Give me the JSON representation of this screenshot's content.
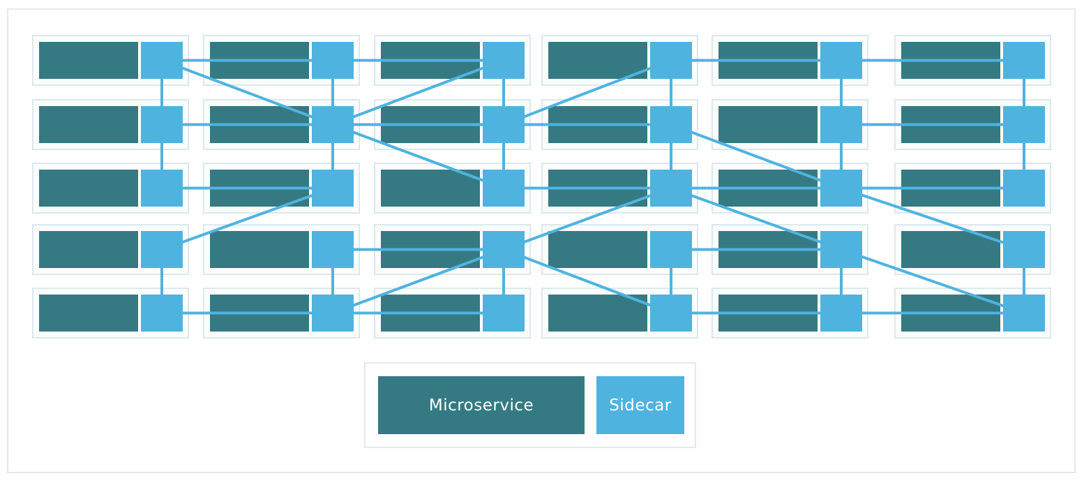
{
  "colors": {
    "microservice": "#357a83",
    "sidecar": "#4fb3e0",
    "link": "#4fb3e0",
    "pod_border": "#dce8ea",
    "pod_fill": "#fbfdfd",
    "frame_border": "#e4e9ea"
  },
  "legend": {
    "microservice_label": "Microservice",
    "sidecar_label": "Sidecar"
  },
  "mesh": {
    "columns": 6,
    "rows": 5,
    "sidecar_side": [
      "right",
      "right",
      "right",
      "right",
      "right",
      "left"
    ],
    "links": [
      [
        [
          0,
          0
        ],
        [
          1,
          0
        ]
      ],
      [
        [
          1,
          0
        ],
        [
          2,
          0
        ]
      ],
      [
        [
          3,
          0
        ],
        [
          4,
          0
        ]
      ],
      [
        [
          4,
          0
        ],
        [
          5,
          0
        ]
      ],
      [
        [
          0,
          1
        ],
        [
          1,
          1
        ]
      ],
      [
        [
          1,
          1
        ],
        [
          2,
          1
        ]
      ],
      [
        [
          2,
          1
        ],
        [
          3,
          1
        ]
      ],
      [
        [
          4,
          1
        ],
        [
          5,
          1
        ]
      ],
      [
        [
          0,
          2
        ],
        [
          1,
          2
        ]
      ],
      [
        [
          2,
          2
        ],
        [
          3,
          2
        ]
      ],
      [
        [
          3,
          2
        ],
        [
          4,
          2
        ]
      ],
      [
        [
          4,
          2
        ],
        [
          5,
          2
        ]
      ],
      [
        [
          1,
          3
        ],
        [
          2,
          3
        ]
      ],
      [
        [
          3,
          3
        ],
        [
          4,
          3
        ]
      ],
      [
        [
          0,
          4
        ],
        [
          1,
          4
        ]
      ],
      [
        [
          1,
          4
        ],
        [
          2,
          4
        ]
      ],
      [
        [
          3,
          4
        ],
        [
          4,
          4
        ]
      ],
      [
        [
          4,
          4
        ],
        [
          5,
          4
        ]
      ],
      [
        [
          0,
          0
        ],
        [
          0,
          1
        ]
      ],
      [
        [
          0,
          1
        ],
        [
          0,
          2
        ]
      ],
      [
        [
          0,
          3
        ],
        [
          0,
          4
        ]
      ],
      [
        [
          1,
          0
        ],
        [
          1,
          1
        ]
      ],
      [
        [
          1,
          1
        ],
        [
          1,
          2
        ]
      ],
      [
        [
          1,
          3
        ],
        [
          1,
          4
        ]
      ],
      [
        [
          2,
          0
        ],
        [
          2,
          1
        ]
      ],
      [
        [
          2,
          1
        ],
        [
          2,
          2
        ]
      ],
      [
        [
          2,
          3
        ],
        [
          2,
          4
        ]
      ],
      [
        [
          3,
          0
        ],
        [
          3,
          1
        ]
      ],
      [
        [
          3,
          1
        ],
        [
          3,
          2
        ]
      ],
      [
        [
          3,
          3
        ],
        [
          3,
          4
        ]
      ],
      [
        [
          4,
          0
        ],
        [
          4,
          1
        ]
      ],
      [
        [
          4,
          1
        ],
        [
          4,
          2
        ]
      ],
      [
        [
          4,
          3
        ],
        [
          4,
          4
        ]
      ],
      [
        [
          5,
          0
        ],
        [
          5,
          1
        ]
      ],
      [
        [
          5,
          1
        ],
        [
          5,
          2
        ]
      ],
      [
        [
          5,
          3
        ],
        [
          5,
          4
        ]
      ],
      [
        [
          0,
          0
        ],
        [
          1,
          1
        ]
      ],
      [
        [
          1,
          1
        ],
        [
          2,
          0
        ]
      ],
      [
        [
          1,
          1
        ],
        [
          2,
          2
        ]
      ],
      [
        [
          2,
          1
        ],
        [
          3,
          0
        ]
      ],
      [
        [
          3,
          1
        ],
        [
          4,
          2
        ]
      ],
      [
        [
          4,
          2
        ],
        [
          5,
          3
        ]
      ],
      [
        [
          3,
          2
        ],
        [
          2,
          3
        ]
      ],
      [
        [
          3,
          2
        ],
        [
          4,
          3
        ]
      ],
      [
        [
          2,
          3
        ],
        [
          3,
          4
        ]
      ],
      [
        [
          2,
          3
        ],
        [
          1,
          4
        ]
      ],
      [
        [
          1,
          2
        ],
        [
          0,
          3
        ]
      ],
      [
        [
          4,
          3
        ],
        [
          5,
          4
        ]
      ]
    ]
  }
}
